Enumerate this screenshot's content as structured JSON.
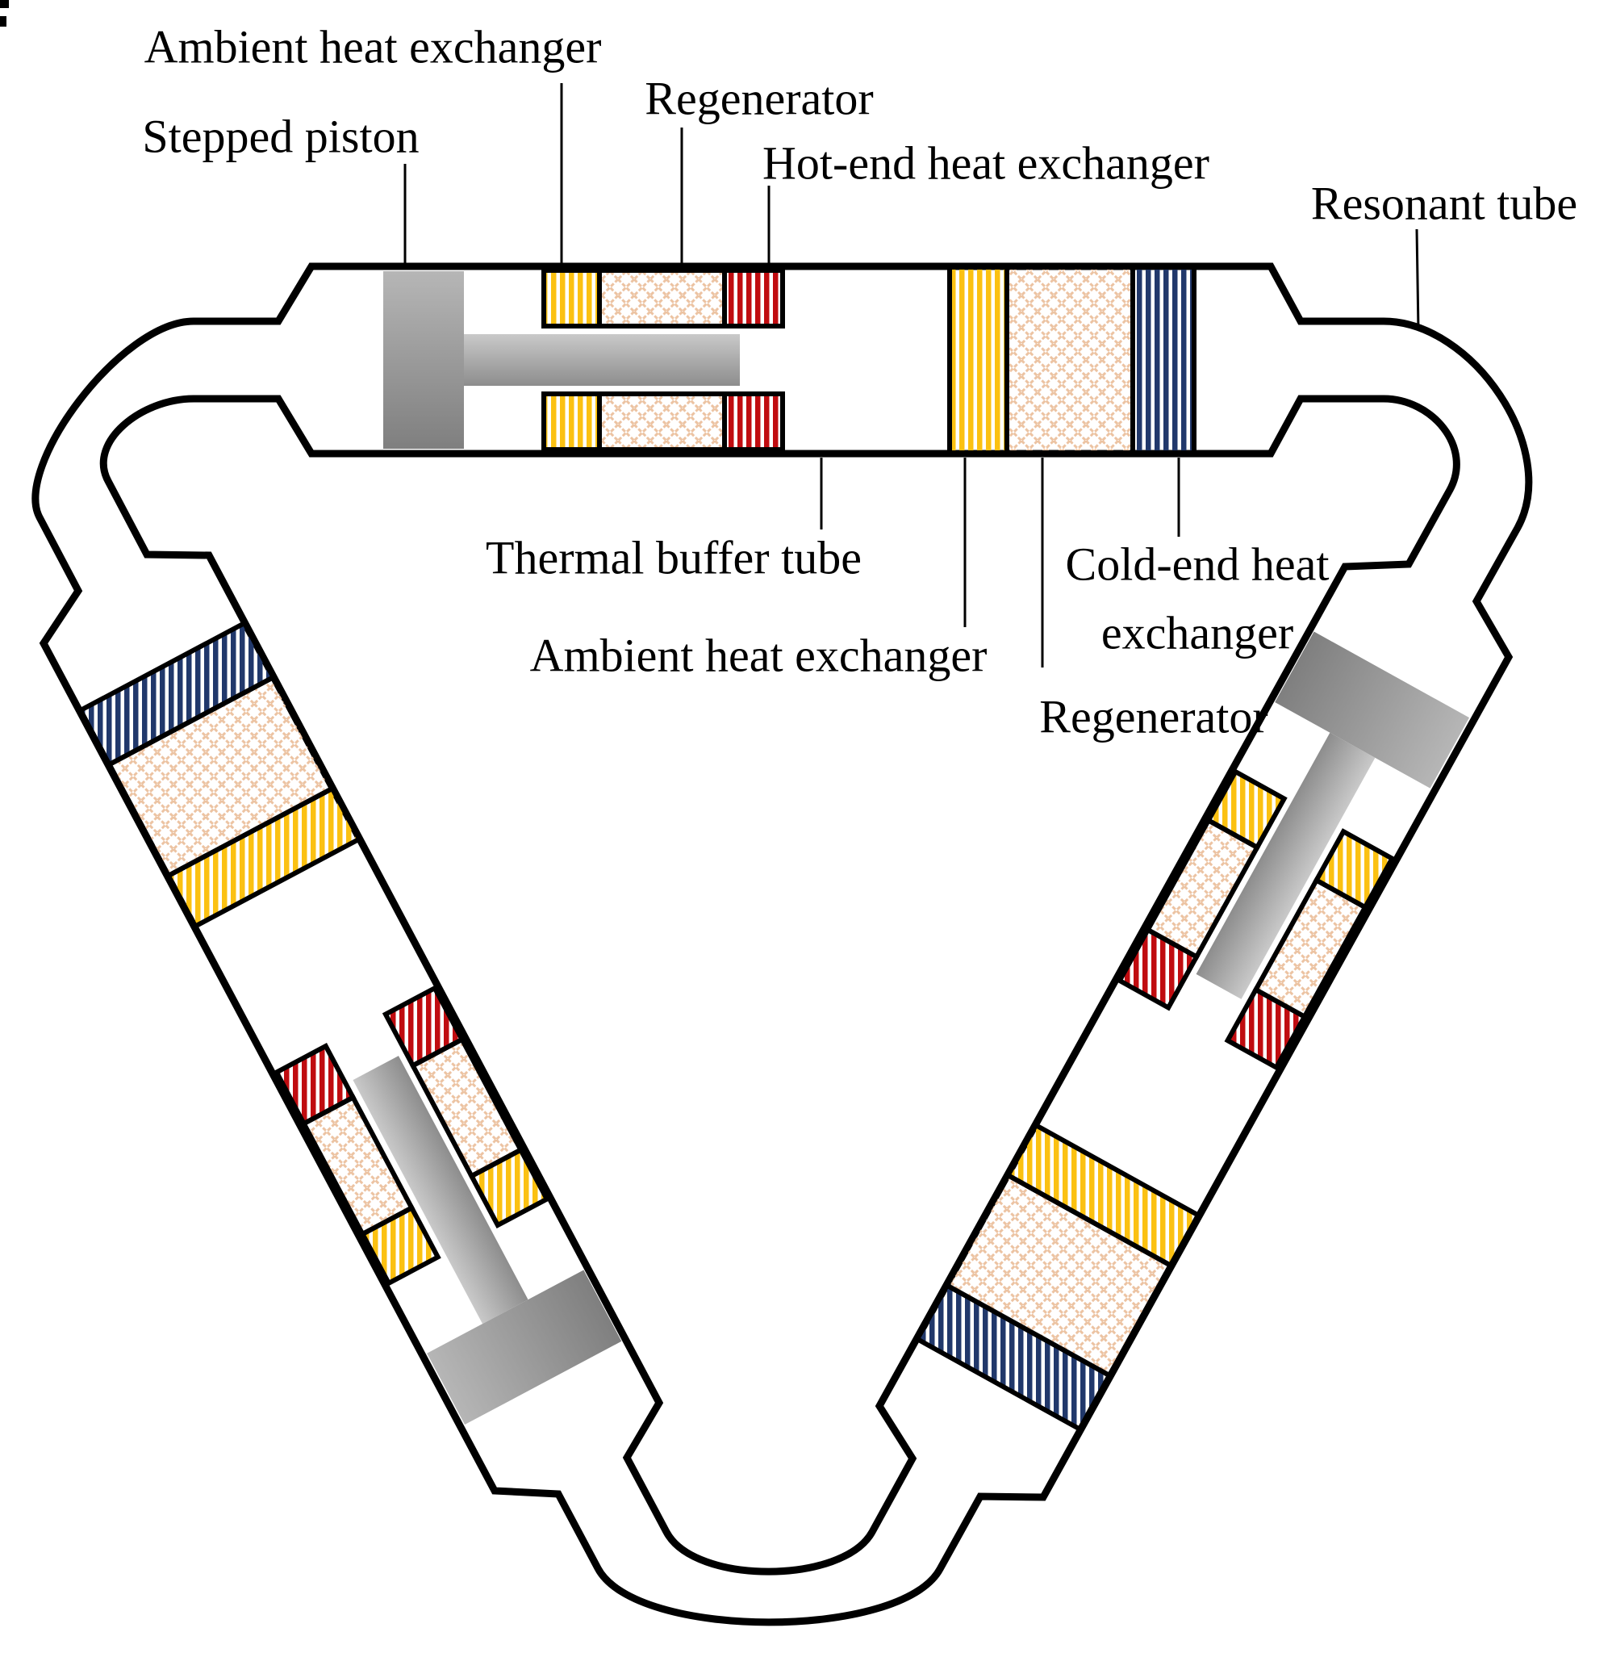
{
  "figure": {
    "title_visible_text_only": true,
    "labels": {
      "ambient_hx_top": "Ambient heat exchanger",
      "stepped_piston": "Stepped piston",
      "regenerator_top": "Regenerator",
      "hot_end_hx": "Hot-end heat exchanger",
      "resonant_tube": "Resonant tube",
      "thermal_buffer_tube": "Thermal buffer tube",
      "ambient_hx_bottom": "Ambient heat exchanger",
      "cold_end_hx_line1": "Cold-end heat",
      "cold_end_hx_line2": "exchanger",
      "regenerator_bottom": "Regenerator"
    },
    "colors": {
      "outline": "#000000",
      "text": "#000000",
      "ambient_hx_stripe": "#FBC112",
      "hot_end_hx_stripe": "#C00C10",
      "cold_end_hx_stripe": "#21386B",
      "regenerator_hatch": "#ECC3A2",
      "piston_head_light": "#B6B6B6",
      "piston_head_dark": "#7F7F7F",
      "piston_rod_light": "#C9C9C9",
      "piston_rod_dark": "#8D8D8D"
    },
    "parts": {
      "ambient_hx": "yellow-vertical-stripe-block",
      "hot_end_hx": "red-vertical-stripe-block",
      "cold_end_hx": "navy-vertical-stripe-block",
      "regenerator": "peach-crosshatch-block",
      "stepped_piston": "gray-gradient-piston-with-rod",
      "loop": "triangular-closed-loop-tube-with-three-identical-units"
    }
  }
}
